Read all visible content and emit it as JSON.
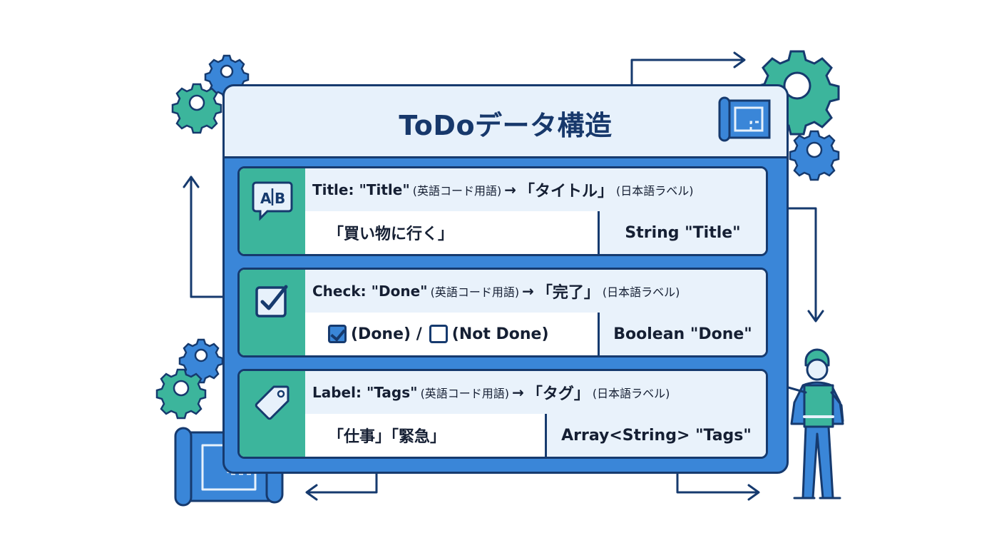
{
  "diagram": {
    "title": "ToDoデータ構造",
    "fields": [
      {
        "icon": "ab-text-icon",
        "key_prefix": "Title: \"Title\"",
        "english_note": "(英語コード用語)",
        "arrow": "→",
        "japanese_label": "「タイトル」",
        "japanese_note": "(日本語ラベル)",
        "example": "「買い物に行く」",
        "type": "String \"Title\""
      },
      {
        "icon": "checkbox-icon",
        "key_prefix": "Check: \"Done\"",
        "english_note": "(英語コード用語)",
        "arrow": "→",
        "japanese_label": "「完了」",
        "japanese_note": "(日本語ラベル)",
        "example_done": "(Done) /",
        "example_not_done": "(Not Done)",
        "type": "Boolean \"Done\""
      },
      {
        "icon": "tag-icon",
        "key_prefix": "Label: \"Tags\"",
        "english_note": "(英語コード用語)",
        "arrow": "→",
        "japanese_label": "「タグ」",
        "japanese_note": "(日本語ラベル)",
        "example": "「仕事」「緊急」",
        "type": "Array<String> \"Tags\""
      }
    ]
  },
  "colors": {
    "navy": "#163a6e",
    "blue": "#3a86d8",
    "teal": "#3cb59c",
    "light": "#e9f2fb"
  }
}
